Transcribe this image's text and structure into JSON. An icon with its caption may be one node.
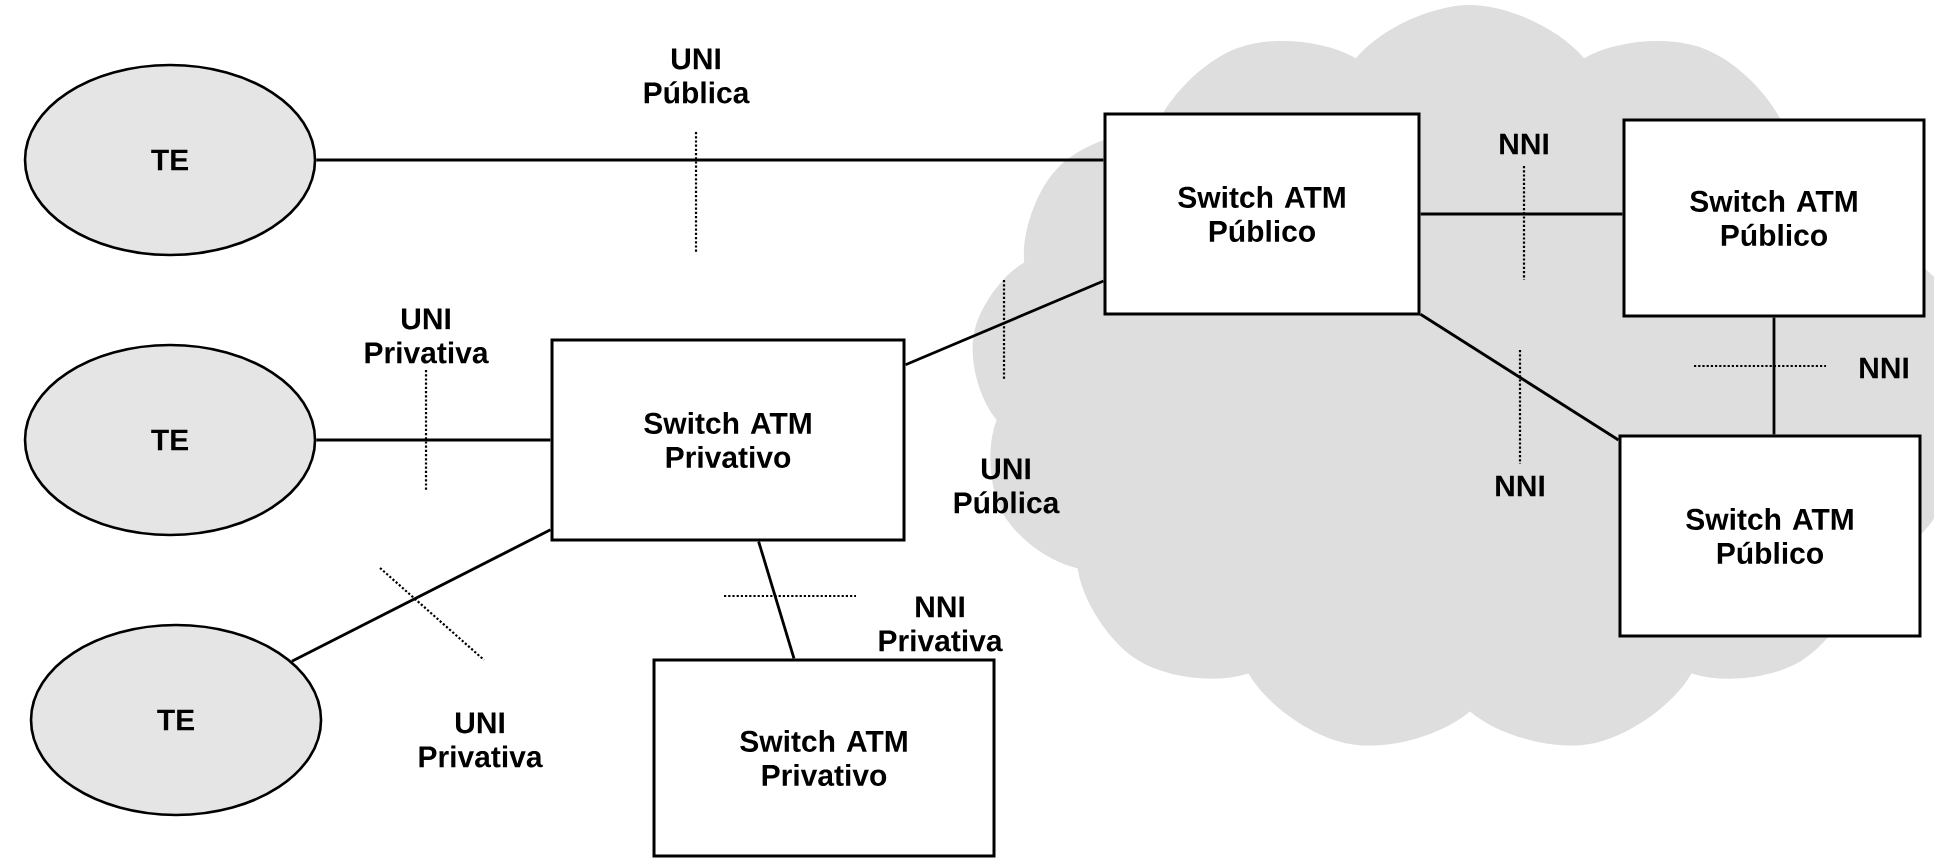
{
  "diagram": {
    "nodes": [
      {
        "text": [],
        "shape": "cloud"
      },
      {
        "text": [
          "TE"
        ]
      },
      {
        "text": [
          "Switch ATM Público"
        ],
        "in": 0
      },
      {
        "text": [
          "Switch ATM Público"
        ],
        "in": 0
      },
      {
        "text": [
          "TE"
        ]
      },
      {
        "text": [
          "Switch ATM Privativo"
        ]
      },
      {
        "text": [
          "Switch ATM Público"
        ],
        "in": 0
      },
      {
        "text": [
          "TE"
        ]
      },
      {
        "text": [
          "Switch ATM Privativo"
        ]
      }
    ],
    "edges": [
      {
        "from": 1,
        "to": 2,
        "arrow": "none",
        "label": "UNI Pública"
      },
      {
        "from": 5,
        "to": 2,
        "arrow": "none",
        "label": "UNI Pública"
      },
      {
        "from": 2,
        "to": 3,
        "arrow": "none",
        "label": "NNI"
      },
      {
        "from": 2,
        "to": 6,
        "arrow": "none",
        "label": "NNI"
      },
      {
        "from": 3,
        "to": 6,
        "arrow": "none",
        "label": "NNI"
      },
      {
        "from": 4,
        "to": 5,
        "arrow": "none",
        "label": "UNI Privativa"
      },
      {
        "from": 7,
        "to": 5,
        "arrow": "none",
        "label": "UNI Privativa"
      },
      {
        "from": 5,
        "to": 8,
        "arrow": "none",
        "label": "NNI Privativa"
      }
    ]
  }
}
